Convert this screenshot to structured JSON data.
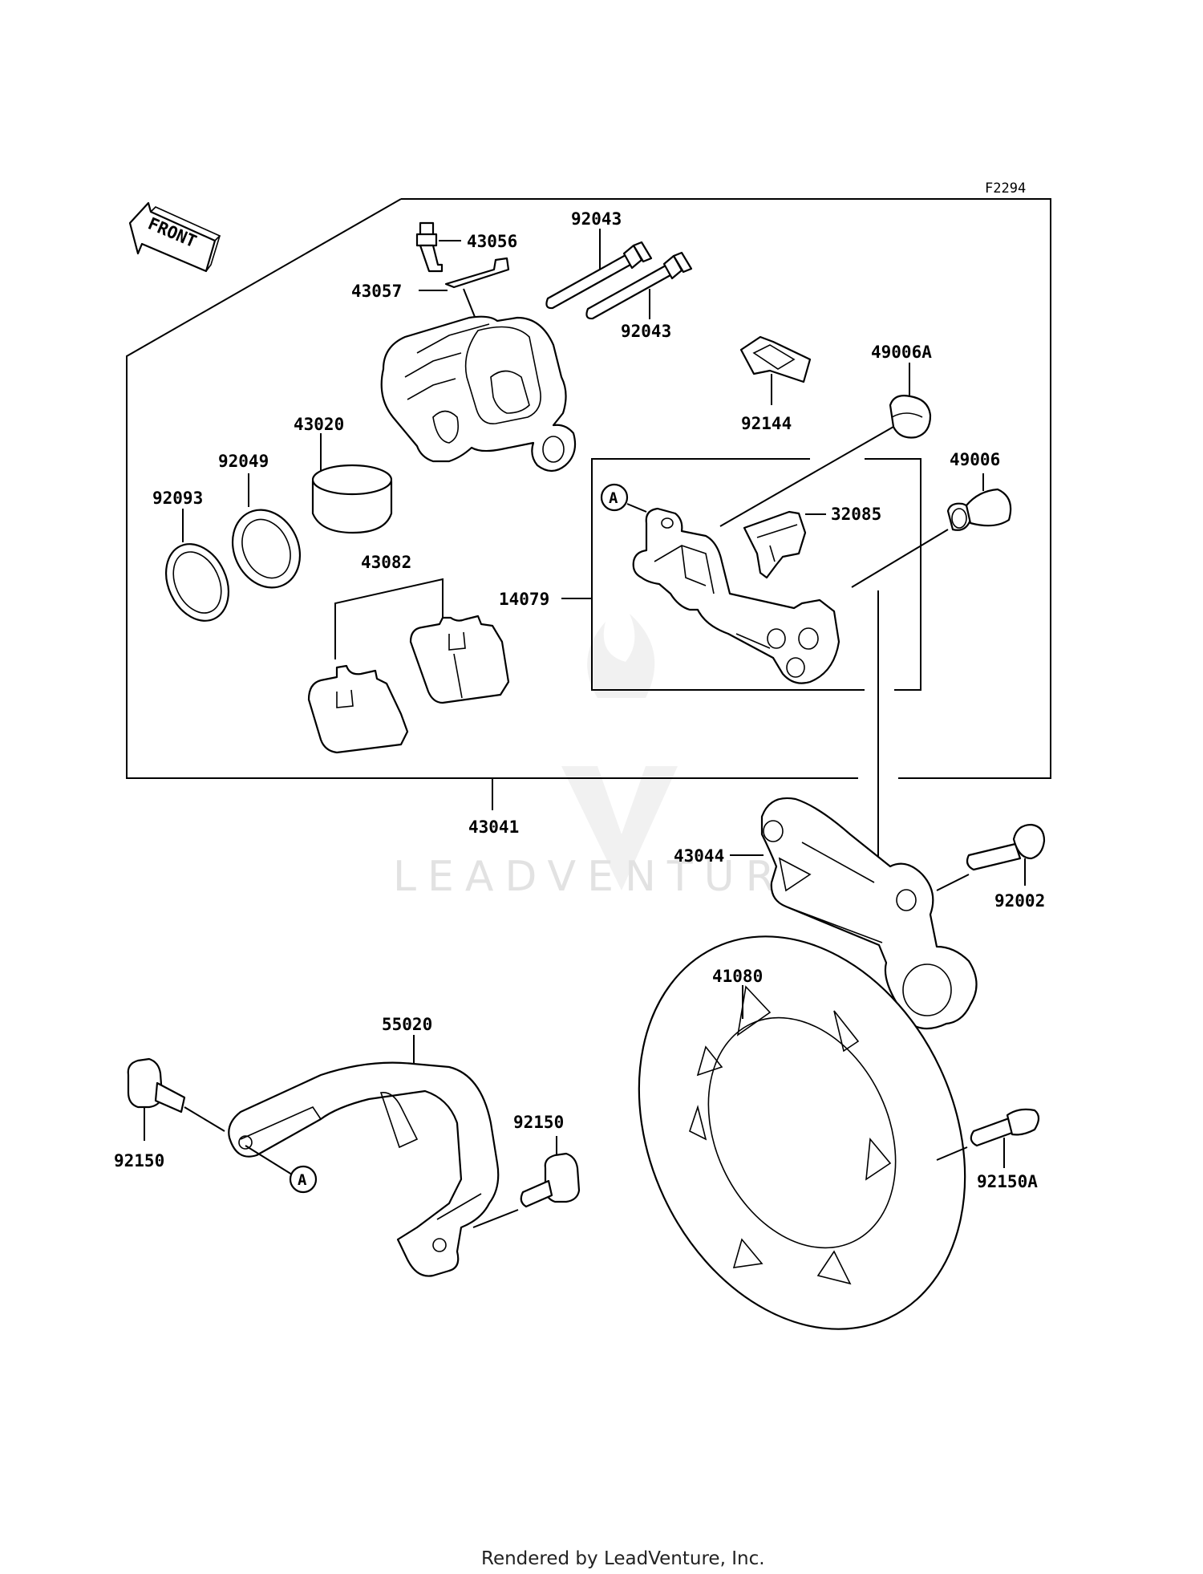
{
  "sheet_code": "F2294",
  "front_label": "FRONT",
  "watermark": "LEADVENTUR",
  "footer": "Rendered by LeadVenture, Inc.",
  "callout_a": "A",
  "parts": {
    "p43056": "43056",
    "p43057": "43057",
    "p92043_top": "92043",
    "p92043_bottom": "92043",
    "p49006A": "49006A",
    "p92144": "92144",
    "p43020": "43020",
    "p92049": "92049",
    "p92093": "92093",
    "p49006": "49006",
    "p32085": "32085",
    "p14079": "14079",
    "p43082": "43082",
    "p43041": "43041",
    "p43044": "43044",
    "p92002": "92002",
    "p41080": "41080",
    "p55020": "55020",
    "p92150_left": "92150",
    "p92150_mid": "92150",
    "p92150A": "92150A"
  }
}
